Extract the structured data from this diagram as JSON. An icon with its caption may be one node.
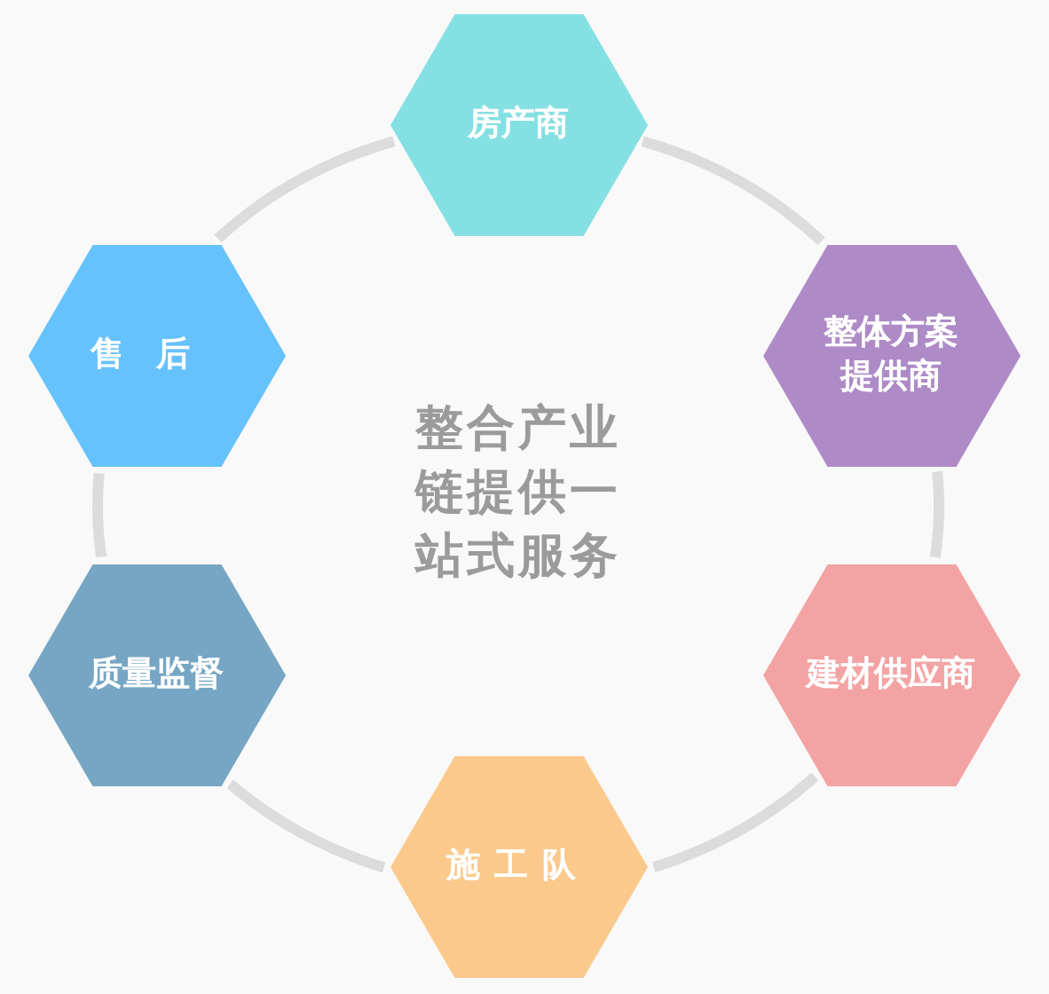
{
  "diagram": {
    "nodes": [
      {
        "text": [
          "房产商"
        ]
      },
      {
        "text": [
          "售后"
        ]
      },
      {
        "text": [
          "整体方案提供商"
        ]
      },
      {
        "text": [
          "质量监督"
        ]
      },
      {
        "text": [
          "建材供应商"
        ]
      },
      {
        "text": [
          "施工队"
        ]
      }
    ],
    "edges": [
      {
        "from": 0,
        "to": 2,
        "arrow": "none"
      },
      {
        "from": 2,
        "to": 4,
        "arrow": "none"
      },
      {
        "from": 4,
        "to": 5,
        "arrow": "none"
      },
      {
        "from": 5,
        "to": 3,
        "arrow": "none"
      },
      {
        "from": 3,
        "to": 1,
        "arrow": "none"
      },
      {
        "from": 1,
        "to": 0,
        "arrow": "none"
      }
    ],
    "labels": [
      "整合产业链提供一站式服务"
    ]
  }
}
